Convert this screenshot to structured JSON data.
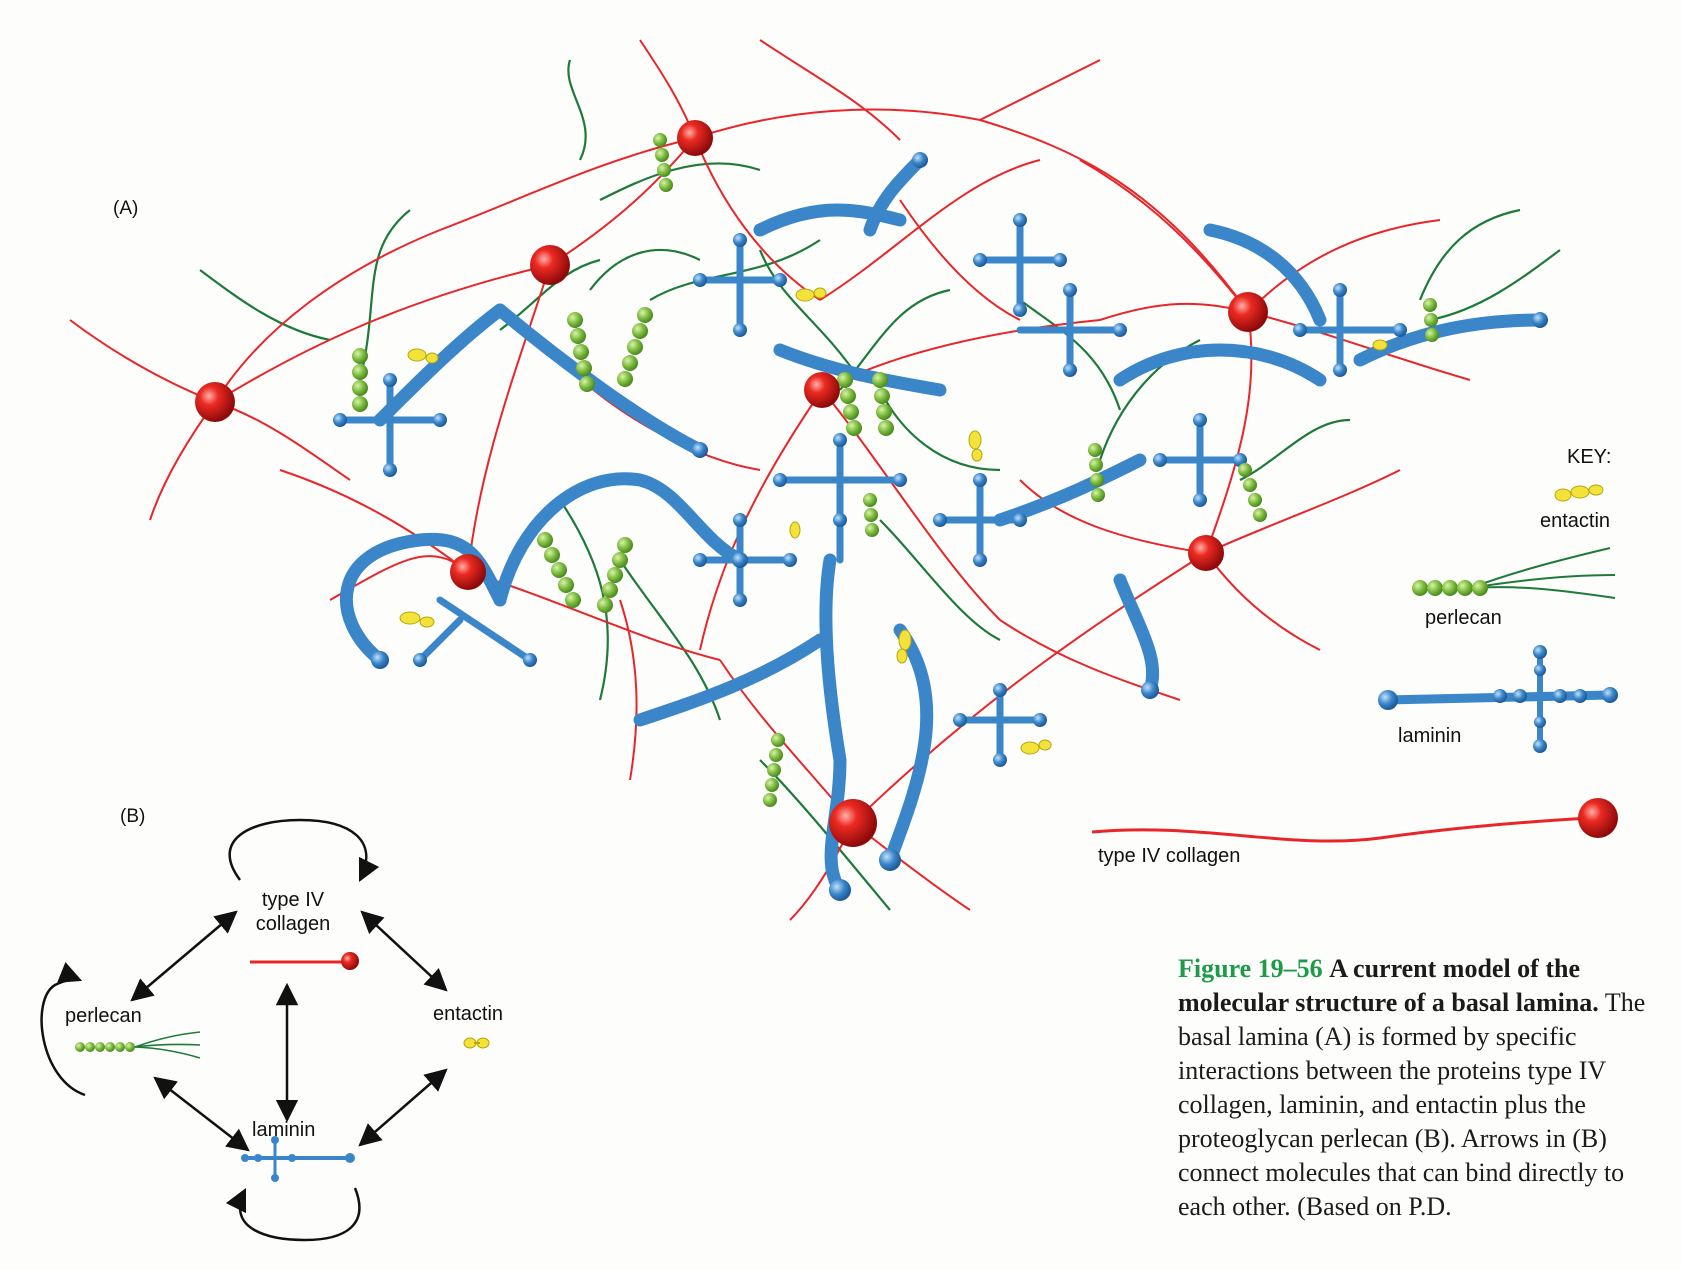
{
  "panel_a": {
    "label": "(A)"
  },
  "panel_b": {
    "label": "(B)"
  },
  "key": {
    "title": "KEY:",
    "entactin": "entactin",
    "perlecan": "perlecan",
    "laminin": "laminin",
    "collagen": "type IV collagen"
  },
  "interaction_diagram": {
    "collagen_line1": "type IV",
    "collagen_line2": "collagen",
    "perlecan": "perlecan",
    "entactin": "entactin",
    "laminin": "laminin"
  },
  "caption": {
    "figure_number": "Figure 19–56",
    "title": "A current model of the molecular structure of a basal lamina.",
    "body": "The basal lamina (A) is formed by specific interactions between the proteins type IV collagen, laminin, and entactin plus the proteoglycan perlecan (B). Arrows in (B) connect molecules that can bind directly to each other. (Based on P.D."
  },
  "colors": {
    "collagen": "#e8262a",
    "collagen_ball": "#d91818",
    "laminin": "#3a86c8",
    "perlecan": "#7dbf3c",
    "perlecan_strand": "#1f7a3a",
    "entactin": "#f2e23a",
    "caption_figure": "#1e9a4a"
  }
}
